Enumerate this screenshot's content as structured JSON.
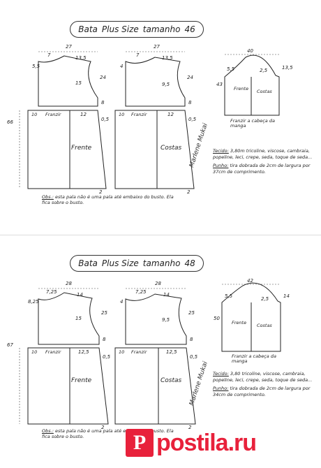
{
  "sheets": [
    {
      "title_parts": [
        "Bata",
        "Plus Size",
        "tamanho",
        "46"
      ],
      "front": {
        "width_top": "27",
        "neck": "7",
        "shoulder": "13,5",
        "neck_side": "5,5",
        "armhole_depth": "24",
        "armhole_curve": "15",
        "side_drop": "8",
        "length": "66",
        "label": "Frente",
        "hem_drop": "2",
        "bottom_mark": "0,5",
        "fold": "10",
        "franzir": "Franzir",
        "waist_measure": "12",
        "base_measure": "8"
      },
      "back": {
        "width_top": "27",
        "neck": "7",
        "shoulder": "13,5",
        "neck_side": "4",
        "armhole_depth": "24",
        "armhole_curve": "9,5",
        "side_drop": "8",
        "label": "Costas",
        "hem_drop": "2",
        "bottom_mark": "0,5",
        "fold": "10",
        "franzir": "Franzir",
        "waist_measure": "12"
      },
      "sleeve": {
        "width": "40",
        "cap_left": "5,5",
        "cap_right": "2,5",
        "cap_height": "13,5",
        "depth": "43",
        "left_label": "Frente",
        "right_label": "Costas",
        "note": "Franzir a cabeça da manga"
      },
      "tecido_label": "Tecido:",
      "tecido_text": "3,80m tricoline, viscose, cambraia, popeline, leci, crepe, seda, toque de seda...",
      "punho_label": "Punho:",
      "punho_text": "tira dobrada de 2cm de largura por 37cm de comprimento.",
      "obs_label": "Obs.:",
      "obs_text": "esta pala não é uma pala até embaixo do busto. Ela fica sobre o busto.",
      "signature": "Marlene Mukai"
    },
    {
      "title_parts": [
        "Bata",
        "Plus Size",
        "tamanho",
        "48"
      ],
      "front": {
        "width_top": "28",
        "neck": "7,25",
        "shoulder": "14",
        "neck_side": "8,25",
        "armhole_depth": "25",
        "armhole_curve": "15",
        "side_drop": "8",
        "length": "67",
        "label": "Frente",
        "hem_drop": "2",
        "bottom_mark": "0,5",
        "fold": "10",
        "franzir": "Franzir",
        "waist_measure": "12,5",
        "base_measure": "8"
      },
      "back": {
        "width_top": "28",
        "neck": "7,25",
        "shoulder": "14",
        "neck_side": "4",
        "armhole_depth": "25",
        "armhole_curve": "9,5",
        "side_drop": "8",
        "label": "Costas",
        "hem_drop": "2",
        "bottom_mark": "0,5",
        "fold": "10",
        "franzir": "Franzir",
        "waist_measure": "12,5"
      },
      "sleeve": {
        "width": "42",
        "cap_left": "5,5",
        "cap_right": "2,5",
        "cap_height": "14",
        "depth": "50",
        "left_label": "Frente",
        "right_label": "Costas",
        "note": "Franzir a cabeça da manga"
      },
      "tecido_label": "Tecido:",
      "tecido_text": "3,80 tricoline, viscose, cambraia, popeline, leci, crepe, seda, toque de seda...",
      "punho_label": "Punho:",
      "punho_text": "tira dobrada de 2cm de largura por 34cm de comprimento.",
      "obs_label": "Obs.:",
      "obs_text": "esta pala não é uma pala até embaixo do busto. Ela fica sobre o busto.",
      "signature": "Marlene Mukai"
    }
  ],
  "watermark": {
    "logo": "P",
    "word": "postila.ru",
    "color": "#e8213b"
  }
}
